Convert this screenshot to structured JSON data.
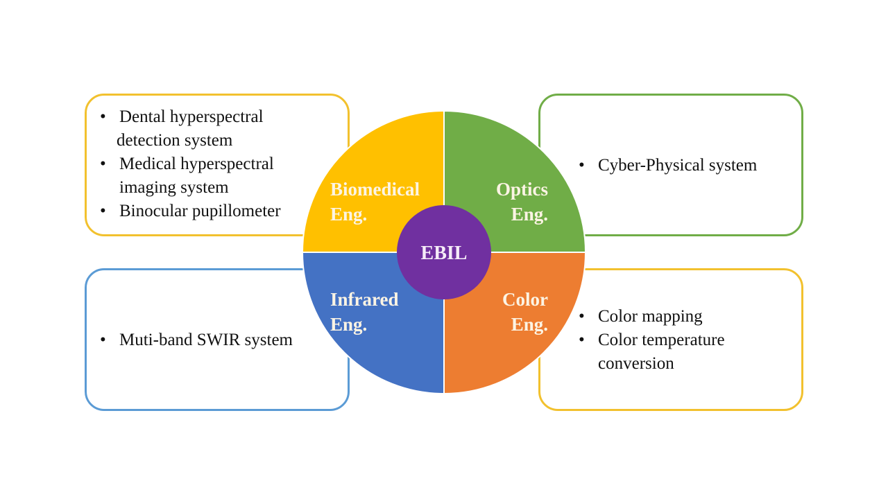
{
  "diagram": {
    "center": {
      "label": "EBIL",
      "color": "#7030A0"
    },
    "quadrants": [
      {
        "id": "biomedical",
        "position": "top-left",
        "line1": "Biomedical",
        "line2": "Eng.",
        "color": "#FFC000",
        "items": [
          "Dental hyperspectral detection system",
          "Medical hyperspectral imaging system",
          "Binocular pupillometer"
        ],
        "border_color": "#F2C12E"
      },
      {
        "id": "optics",
        "position": "top-right",
        "line1": "Optics",
        "line2": "Eng.",
        "color": "#70AD47",
        "items": [
          "Cyber-Physical system"
        ],
        "border_color": "#70AD47"
      },
      {
        "id": "infrared",
        "position": "bottom-left",
        "line1": "Infrared",
        "line2": "Eng.",
        "color": "#4472C4",
        "items": [
          "Muti-band SWIR system"
        ],
        "border_color": "#5B9BD5"
      },
      {
        "id": "color",
        "position": "bottom-right",
        "line1": "Color",
        "line2": "Eng.",
        "color": "#ED7D31",
        "items": [
          "Color mapping",
          "Color temperature conversion"
        ],
        "border_color": "#F2C12E"
      }
    ],
    "tl_lines": {
      "i0a": "Dental hyperspectral",
      "i0b": "detection system",
      "i1a": "Medical hyperspectral",
      "i1b": "imaging system",
      "i2a": "Binocular pupillometer"
    },
    "br_lines": {
      "i0a": "Color mapping",
      "i1a": "Color temperature",
      "i1b": "conversion"
    },
    "bullet": "•"
  }
}
